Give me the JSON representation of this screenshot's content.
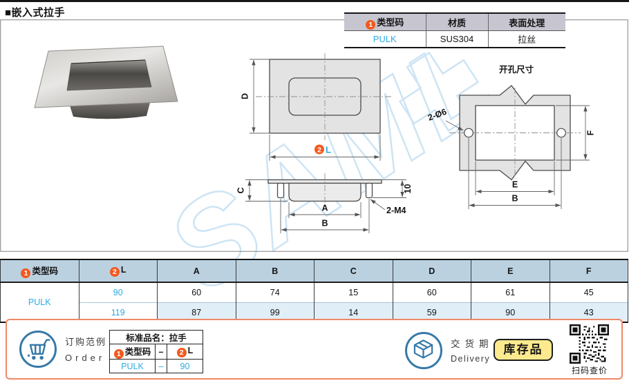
{
  "title": "■嵌入式拉手",
  "colors": {
    "accent_blue": "#29abe2",
    "badge_orange": "#f2591f",
    "salmon_border": "#ef8767",
    "stock_yellow": "#fdea8e",
    "icon_blue": "#3579a8",
    "watermark_blue": "#cde4f4",
    "table_header_blue": "#b7cfde",
    "row_tint": "#ddedf6"
  },
  "spec_table": {
    "badge": "1",
    "h_type": "类型码",
    "h_material": "材质",
    "h_finish": "表面处理",
    "type": "PULK",
    "material": "SUS304",
    "finish": "拉丝"
  },
  "watermark": {
    "text": "SAML"
  },
  "front_view": {
    "dim_d": "D",
    "badge": "2",
    "dim_l": "L"
  },
  "side_view": {
    "dim_c": "C",
    "dim_a": "A",
    "dim_b": "B",
    "dim_10": "10",
    "thread": "2-M4"
  },
  "cutout_view": {
    "title": "开孔尺寸",
    "holes": "2-Ø6",
    "dim_e": "E",
    "dim_b": "B",
    "dim_f": "F"
  },
  "main_table": {
    "badge1": "1",
    "h_type": "类型码",
    "badge2": "2",
    "h_l": "L",
    "cols": [
      "A",
      "B",
      "C",
      "D",
      "E",
      "F"
    ],
    "type_code": "PULK",
    "rows": [
      {
        "l": "90",
        "v": [
          "60",
          "74",
          "15",
          "60",
          "61",
          "45"
        ]
      },
      {
        "l": "119",
        "v": [
          "87",
          "99",
          "14",
          "59",
          "90",
          "43"
        ]
      }
    ]
  },
  "order": {
    "example_cn": "订购范例",
    "example_en": "Order",
    "table": {
      "title": "标准品名：拉手",
      "badge1": "1",
      "h1": "类型码",
      "dash": "–",
      "badge2": "2",
      "h2": "L",
      "v1": "PULK",
      "vdash": "–",
      "v2": "90"
    },
    "delivery_cn": "交货期",
    "delivery_en": "Delivery",
    "stock": "库存品",
    "qr_caption": "扫码查价"
  }
}
